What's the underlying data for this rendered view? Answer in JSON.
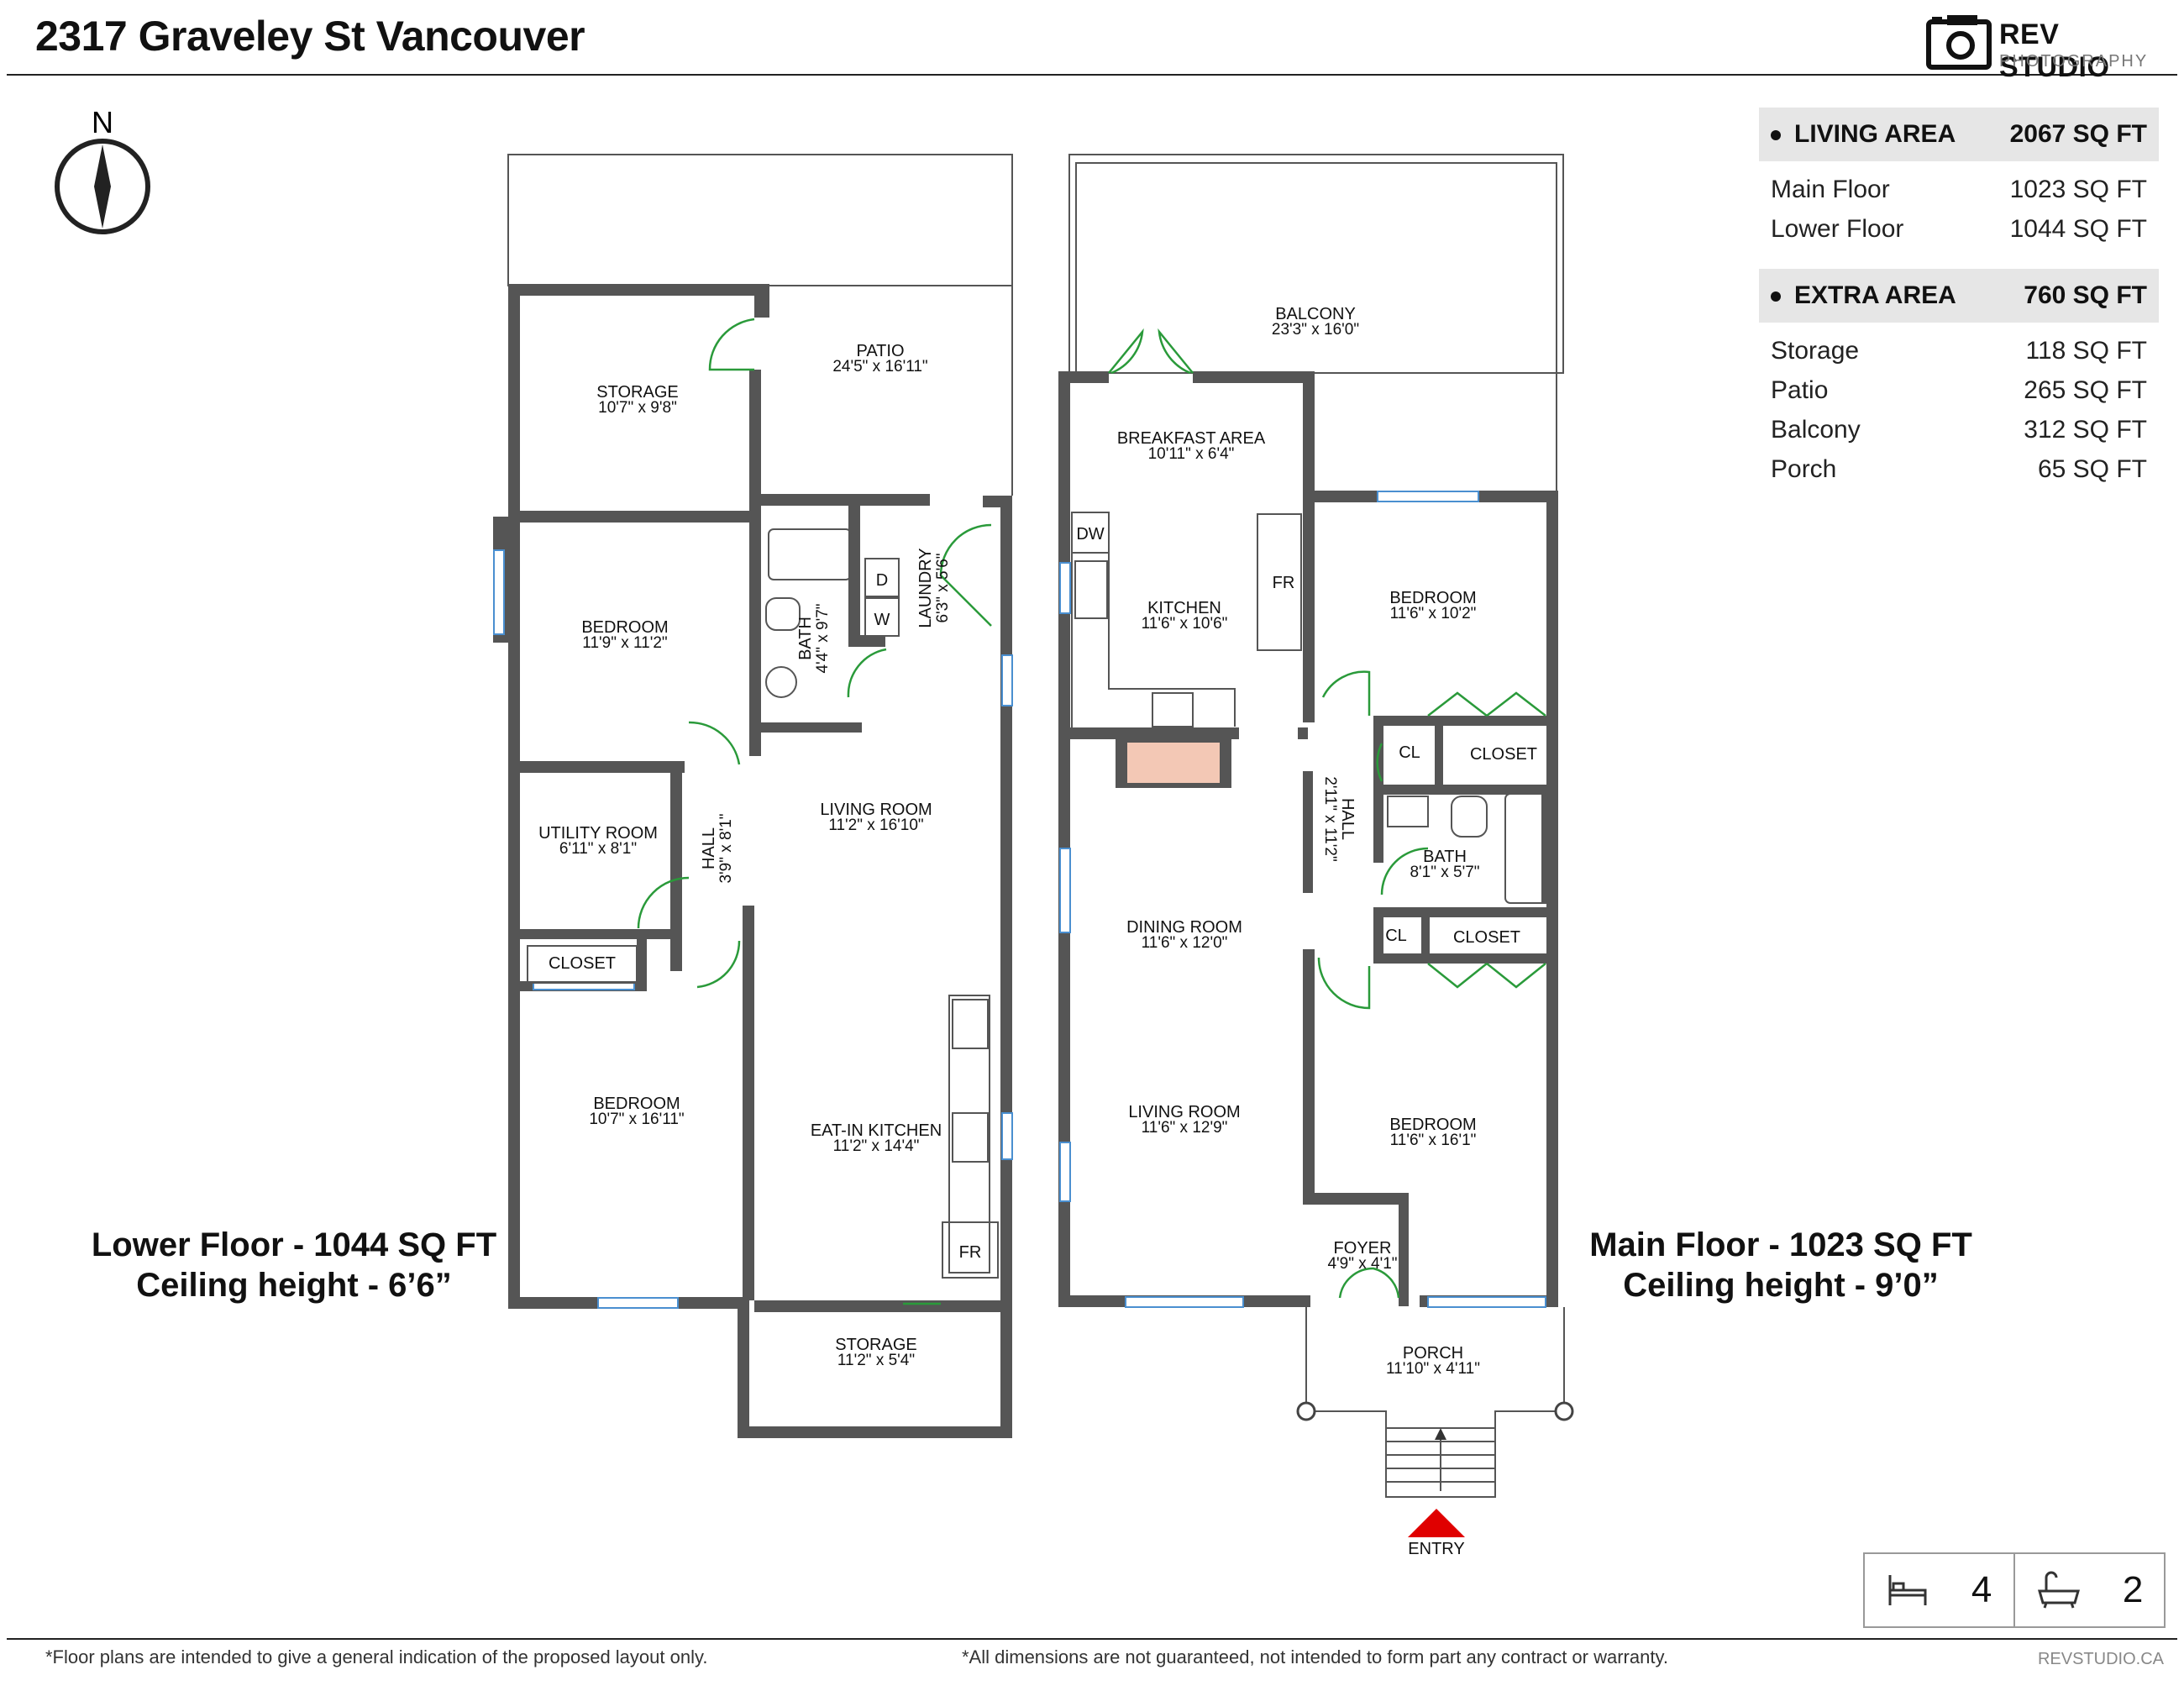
{
  "header": {
    "address": "2317 Graveley St Vancouver"
  },
  "brand": {
    "name": "REV STUDIO",
    "sub": "PHOTOGRAPHY",
    "logo_icon": "camera-icon"
  },
  "compass": {
    "label": "N"
  },
  "areas": {
    "living": {
      "label": "LIVING AREA",
      "total": "2067 SQ FT",
      "rows": [
        {
          "name": "Main Floor",
          "value": "1023 SQ FT"
        },
        {
          "name": "Lower Floor",
          "value": "1044 SQ FT"
        }
      ]
    },
    "extra": {
      "label": "EXTRA AREA",
      "total": "760 SQ FT",
      "rows": [
        {
          "name": "Storage",
          "value": "118 SQ FT"
        },
        {
          "name": "Patio",
          "value": "265 SQ FT"
        },
        {
          "name": "Balcony",
          "value": "312 SQ FT"
        },
        {
          "name": "Porch",
          "value": "65 SQ FT"
        }
      ]
    }
  },
  "floors": {
    "lower": {
      "line1": "Lower Floor - 1044 SQ FT",
      "line2": "Ceiling height - 6’6”"
    },
    "main": {
      "line1": "Main Floor - 1023 SQ FT",
      "line2": "Ceiling height - 9’0”"
    }
  },
  "lower_rooms": {
    "patio": {
      "name": "PATIO",
      "dim": "24'5\" x 16'11\""
    },
    "storage_top": {
      "name": "STORAGE",
      "dim": "10'7\" x 9'8\""
    },
    "bedroom1": {
      "name": "BEDROOM",
      "dim": "11'9\" x 11'2\""
    },
    "bath": {
      "name": "BATH",
      "dim": "4'4\" x 9'7\""
    },
    "laundry": {
      "name": "LAUNDRY",
      "dim": "6'3\" x 5'6\""
    },
    "utility": {
      "name": "UTILITY ROOM",
      "dim": "6'11\" x 8'1\""
    },
    "hall": {
      "name": "HALL",
      "dim": "3'9\" x 8'1\""
    },
    "living": {
      "name": "LIVING ROOM",
      "dim": "11'2\" x 16'10\""
    },
    "closet": {
      "name": "CLOSET"
    },
    "bedroom2": {
      "name": "BEDROOM",
      "dim": "10'7\" x 16'11\""
    },
    "eatin": {
      "name": "EAT-IN KITCHEN",
      "dim": "11'2\" x 14'4\""
    },
    "storage_bottom": {
      "name": "STORAGE",
      "dim": "11'2\" x 5'4\""
    },
    "fr": "FR",
    "dryer": "D",
    "washer": "W"
  },
  "main_rooms": {
    "balcony": {
      "name": "BALCONY",
      "dim": "23'3\" x 16'0\""
    },
    "breakfast": {
      "name": "BREAKFAST AREA",
      "dim": "10'11\" x 6'4\""
    },
    "kitchen": {
      "name": "KITCHEN",
      "dim": "11'6\" x 10'6\""
    },
    "bedroom1": {
      "name": "BEDROOM",
      "dim": "11'6\" x 10'2\""
    },
    "cl1": "CL",
    "closet1": "CLOSET",
    "hall": {
      "name": "HALL",
      "dim": "2'11\" x 11'2\""
    },
    "bath": {
      "name": "BATH",
      "dim": "8'1\" x 5'7\""
    },
    "cl2": "CL",
    "closet2": "CLOSET",
    "dining": {
      "name": "DINING ROOM",
      "dim": "11'6\" x 12'0\""
    },
    "living": {
      "name": "LIVING ROOM",
      "dim": "11'6\" x 12'9\""
    },
    "bedroom2": {
      "name": "BEDROOM",
      "dim": "11'6\" x 16'1\""
    },
    "foyer": {
      "name": "FOYER",
      "dim": "4'9\" x 4'1\""
    },
    "porch": {
      "name": "PORCH",
      "dim": "11'10\" x 4'11\""
    },
    "entry": "ENTRY",
    "dw": "DW",
    "fr": "FR"
  },
  "counts": {
    "bedrooms": "4",
    "bathrooms": "2",
    "bed_icon": "bed-icon",
    "bath_icon": "bathtub-icon"
  },
  "footer": {
    "left": "*Floor plans are intended to give a general indication of the proposed layout only.",
    "middle": "*All dimensions are not guaranteed, not intended to form part any contract or warranty.",
    "right": "REVSTUDIO.CA"
  }
}
